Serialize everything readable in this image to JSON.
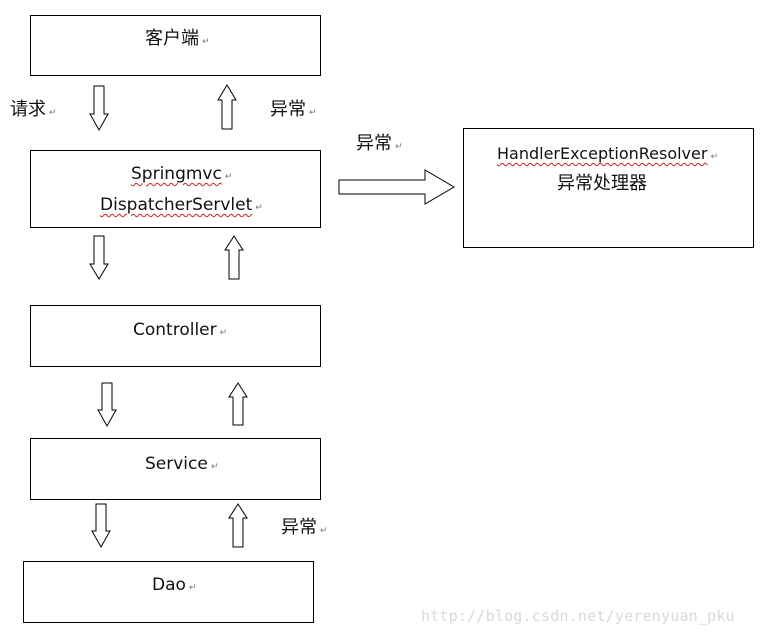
{
  "nodes": {
    "client": "客户端",
    "dispatcher_line1": "Springmvc",
    "dispatcher_line2": "DispatcherServlet",
    "controller": "Controller",
    "service": "Service",
    "dao": "Dao",
    "resolver_line1": "HandlerExceptionResolver",
    "resolver_line2": "异常处理器"
  },
  "edge_labels": {
    "request": "请求",
    "exception_top": "异常",
    "exception_to_resolver": "异常",
    "exception_bottom": "异常"
  },
  "paragraph_mark": "↵",
  "watermark": "http://blog.csdn.net/yerenyuan_pku"
}
